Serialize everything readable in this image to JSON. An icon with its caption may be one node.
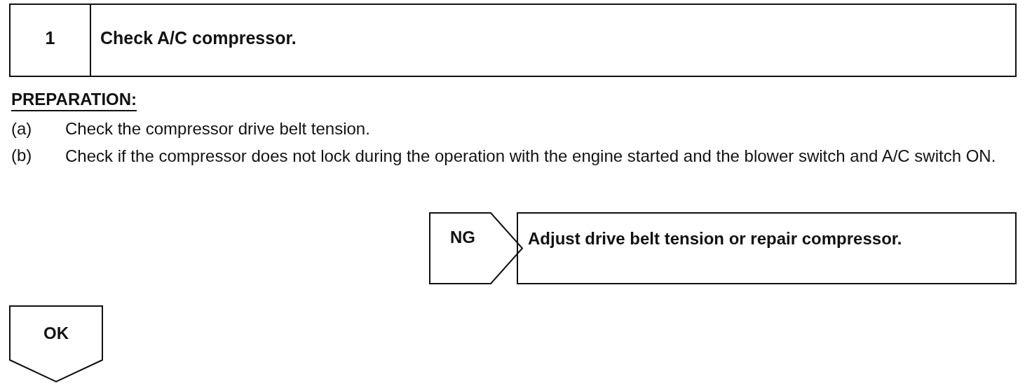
{
  "diagram": {
    "nodes": [
      {
        "text": [
          "1",
          "Check A/C compressor."
        ]
      },
      {
        "text": [
          "NG"
        ]
      },
      {
        "text": [
          "Adjust drive belt tension or repair compressor."
        ]
      },
      {
        "text": [
          "OK"
        ]
      }
    ],
    "labels": [
      "PREPARATION:",
      "(a)",
      "Check the compressor drive belt tension.",
      "(b)",
      "Check if the compressor does not lock during the operation with the engine started and the blower switch and A/C switch ON."
    ]
  }
}
